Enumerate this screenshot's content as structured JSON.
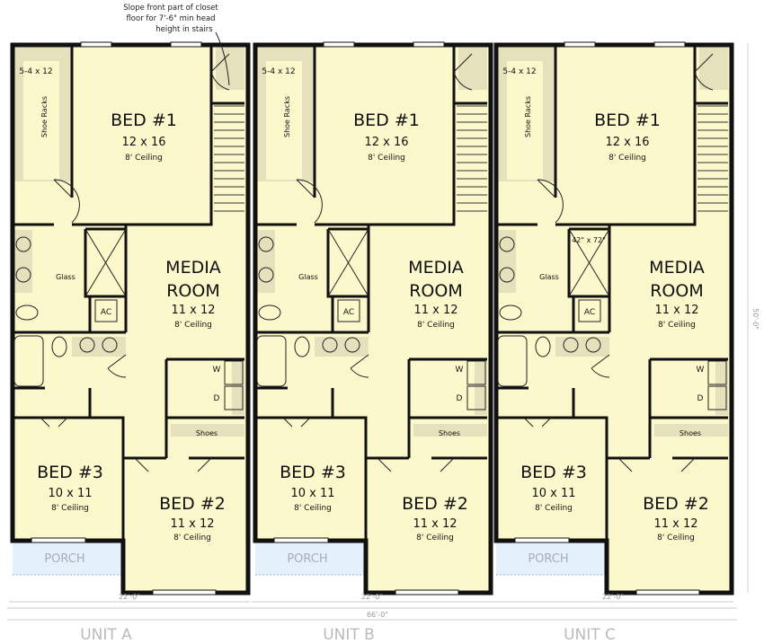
{
  "note": {
    "lines": [
      "Slope front part of closet",
      "floor for 7'-6\" min head",
      "height in stairs"
    ]
  },
  "units": [
    {
      "name": "UNIT A",
      "width": "22'-0\"",
      "closet": "5-4 x 12",
      "shoe_racks": "Shoe Racks",
      "bed1": {
        "name": "BED #1",
        "size": "12 x 16",
        "ceiling": "8' Ceiling"
      },
      "media": {
        "name1": "MEDIA",
        "name2": "ROOM",
        "size": "11 x 12",
        "ceiling": "8' Ceiling"
      },
      "bed3": {
        "name": "BED #3",
        "size": "10 x 11",
        "ceiling": "8' Ceiling"
      },
      "bed2": {
        "name": "BED #2",
        "size": "11 x 12",
        "ceiling": "8' Ceiling"
      },
      "glass": "Glass",
      "ac": "AC",
      "washer": "W",
      "dryer": "D",
      "shoes": "Shoes",
      "porch": "PORCH",
      "shower": ""
    },
    {
      "name": "UNIT B",
      "width": "22'-0\"",
      "closet": "5-4 x 12",
      "shoe_racks": "Shoe Racks",
      "bed1": {
        "name": "BED #1",
        "size": "12 x 16",
        "ceiling": "8' Ceiling"
      },
      "media": {
        "name1": "MEDIA",
        "name2": "ROOM",
        "size": "11 x 12",
        "ceiling": "8' Ceiling"
      },
      "bed3": {
        "name": "BED #3",
        "size": "10 x 11",
        "ceiling": "8' Ceiling"
      },
      "bed2": {
        "name": "BED #2",
        "size": "11 x 12",
        "ceiling": "8' Ceiling"
      },
      "glass": "Glass",
      "ac": "AC",
      "washer": "W",
      "dryer": "D",
      "shoes": "Shoes",
      "porch": "PORCH",
      "shower": ""
    },
    {
      "name": "UNIT C",
      "width": "22'-0\"",
      "closet": "5-4 x 12",
      "shoe_racks": "Shoe Racks",
      "bed1": {
        "name": "BED #1",
        "size": "12 x 16",
        "ceiling": "8' Ceiling"
      },
      "media": {
        "name1": "MEDIA",
        "name2": "ROOM",
        "size": "11 x 12",
        "ceiling": "8' Ceiling"
      },
      "bed3": {
        "name": "BED #3",
        "size": "10 x 11",
        "ceiling": "8' Ceiling"
      },
      "bed2": {
        "name": "BED #2",
        "size": "11 x 12",
        "ceiling": "8' Ceiling"
      },
      "glass": "Glass",
      "ac": "AC",
      "washer": "W",
      "dryer": "D",
      "shoes": "Shoes",
      "porch": "PORCH",
      "shower": "42\" x 72\""
    }
  ],
  "overall_width": "66'-0\"",
  "overall_depth": "50'-0\"",
  "colors": {
    "room": "#fbf8cc",
    "hatch": "#e6e1bd",
    "porch": "#e4f1fa",
    "wall": "#111111"
  }
}
